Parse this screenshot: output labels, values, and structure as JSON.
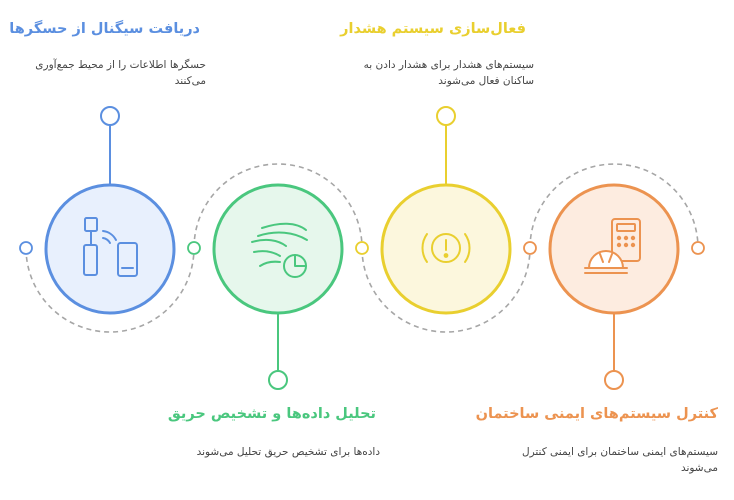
{
  "colors": {
    "blue": "#5b8fe0",
    "green": "#4ac77e",
    "yellow": "#e9cf2f",
    "orange": "#ec9350",
    "connector": "#9a9a9a"
  },
  "steps": [
    {
      "title": "دریافت سیگنال از حسگرها",
      "description": "حسگرها اطلاعات را از محیط جمع‌آوری می‌کنند",
      "icon": "sensor-devices-icon",
      "color": "#5b8fe0"
    },
    {
      "title": "تحلیل داده‌ها و تشخیص حریق",
      "description": "داده‌ها برای تشخیص حریق تحلیل می‌شوند",
      "icon": "data-flow-chart-icon",
      "color": "#4ac77e"
    },
    {
      "title": "فعال‌سازی سیستم هشدار",
      "description": "سیستم‌های هشدار برای هشدار دادن به ساکنان فعال می‌شوند",
      "icon": "alert-warning-icon",
      "color": "#e9cf2f"
    },
    {
      "title": "کنترل سیستم‌های ایمنی ساختمان",
      "description": "سیستم‌های ایمنی ساختمان برای ایمنی کنترل می‌شوند",
      "icon": "hardhat-control-panel-icon",
      "color": "#ec9350"
    }
  ]
}
